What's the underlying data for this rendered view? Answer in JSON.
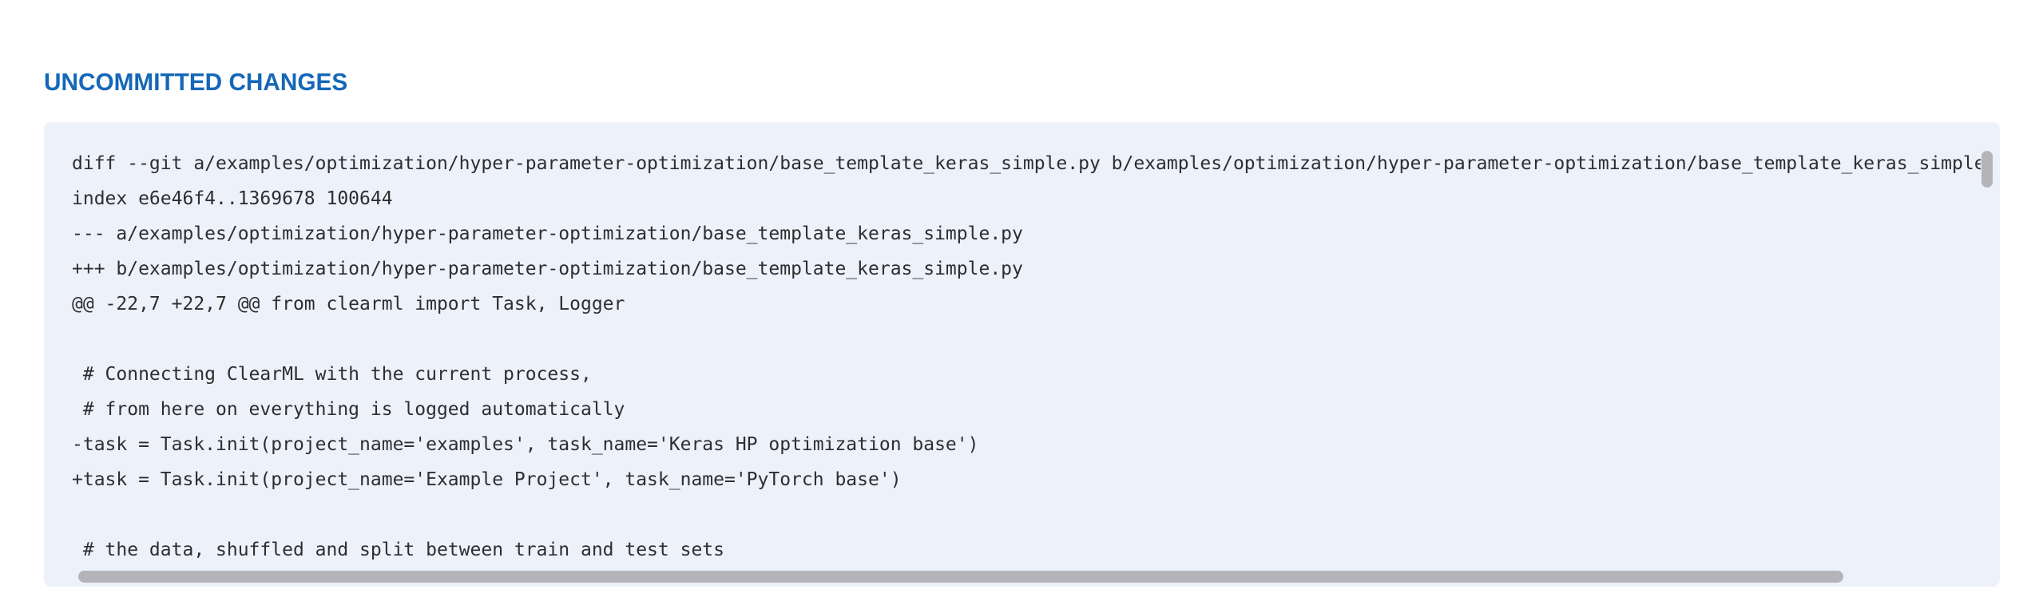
{
  "section": {
    "title": "UNCOMMITTED CHANGES"
  },
  "diff": {
    "lines": [
      "diff --git a/examples/optimization/hyper-parameter-optimization/base_template_keras_simple.py b/examples/optimization/hyper-parameter-optimization/base_template_keras_simple.py",
      "index e6e46f4..1369678 100644",
      "--- a/examples/optimization/hyper-parameter-optimization/base_template_keras_simple.py",
      "+++ b/examples/optimization/hyper-parameter-optimization/base_template_keras_simple.py",
      "@@ -22,7 +22,7 @@ from clearml import Task, Logger",
      "",
      " # Connecting ClearML with the current process,",
      " # from here on everything is logged automatically",
      "-task = Task.init(project_name='examples', task_name='Keras HP optimization base')",
      "+task = Task.init(project_name='Example Project', task_name='PyTorch base')",
      "",
      " # the data, shuffled and split between train and test sets"
    ]
  },
  "scrollbars": {
    "vertical_visible": true,
    "horizontal_visible": true
  },
  "colors": {
    "page_bg": "#ffffff",
    "section_title": "#1567b8",
    "panel_bg": "#edf1fa",
    "diff_text": "#2e2e30",
    "scrollbar_thumb": "#b4b4b8"
  }
}
